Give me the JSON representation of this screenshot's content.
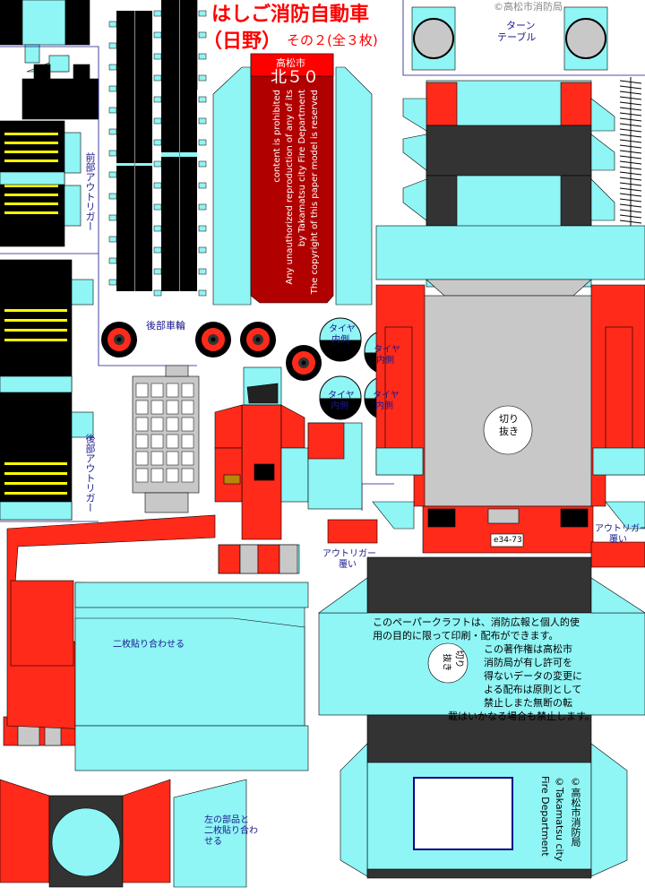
{
  "copyright_mark": "©高松市消防局",
  "title": {
    "line1": "はしご消防自動車",
    "line2_prefix": "（日野）",
    "line2_suffix": "その２(全３枚)"
  },
  "plate": {
    "city": "高松市",
    "number": "北５０"
  },
  "copyright_notice_en": {
    "lines": [
      "The copyright of this paper model is reserved",
      "by Takamatsu city Fire Department",
      "Any unauthorized reproduction of any of its",
      "content is prohibited"
    ]
  },
  "labels": {
    "turntable": [
      "ターン",
      "テーブル"
    ],
    "front_outrigger": "前部アウトリガー",
    "rear_outrigger": "後部アウトリガー",
    "rear_wheels": "後部車輪",
    "tire_inner": [
      "タイヤ",
      "内側"
    ],
    "cut_out": [
      "切り",
      "抜き"
    ],
    "outrigger_cover": [
      "アウトリガー",
      "覆い"
    ],
    "glue_two": "二枚貼り合わせる",
    "glue_left_part": [
      "左の部品と",
      "二枚貼り合わ",
      "せる"
    ],
    "rear_plate": "e34-73"
  },
  "notice_jp": {
    "lines": [
      "このペーパークラフトは、消防広報と個人的使",
      "用の目的に限って印刷・配布ができます。",
      "この著作権は高松市",
      "消防局が有し許可を",
      "得ないデータの変更に",
      "よる配布は原則として",
      "禁止しまた無断の転",
      "載はいかなる場合も禁止します。"
    ]
  },
  "rotated_credit": [
    "©高松市消防局",
    "©Takamatsu city",
    "Fire Department"
  ],
  "colors": {
    "red": "#ff2a1a",
    "light_blue": "#8ff5f5",
    "dark": "#333333",
    "grey": "#c8c8c8",
    "yellow": "#ffff00",
    "maroon": "#b00000",
    "label_blue": "#1a1a8c",
    "title_red": "#ff0000"
  }
}
